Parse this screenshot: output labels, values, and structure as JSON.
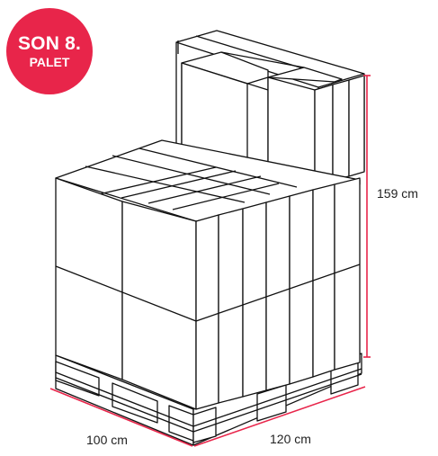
{
  "badge": {
    "line1": "SON 8.",
    "line2": "PALET"
  },
  "dimensions": {
    "height": "159 cm",
    "depth": "100 cm",
    "width": "120 cm"
  },
  "colors": {
    "accent": "#e8254a",
    "outline": "#111111"
  }
}
